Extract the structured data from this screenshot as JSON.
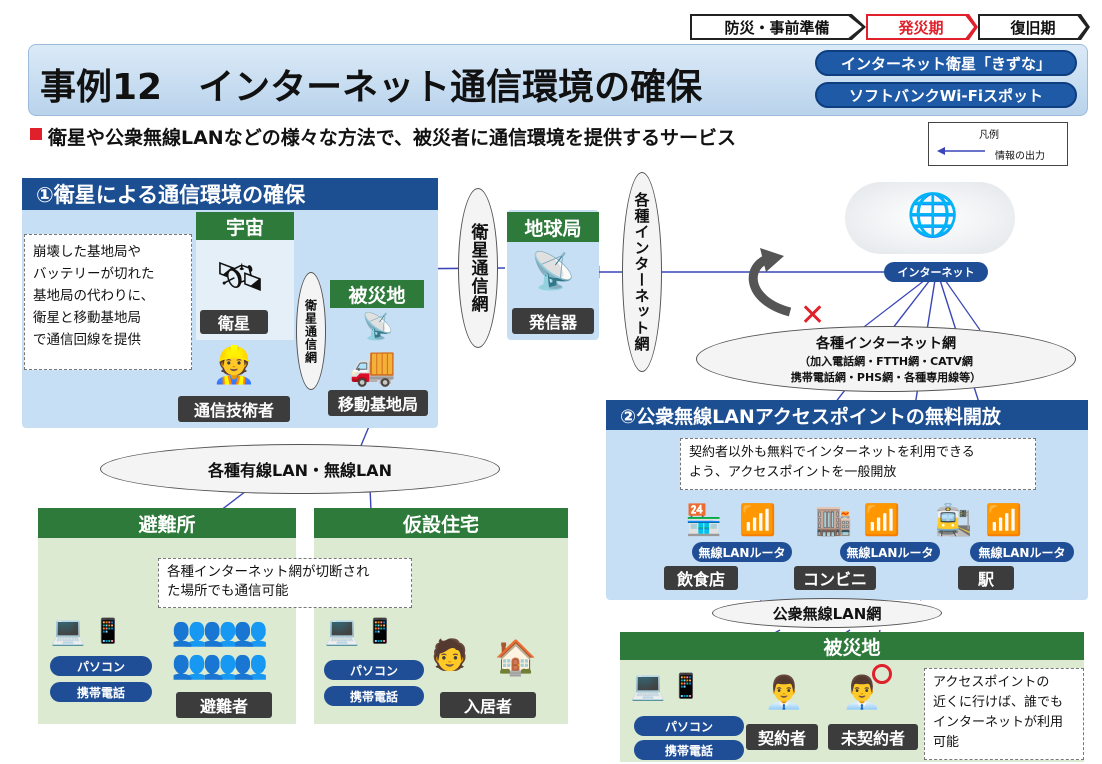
{
  "phases": [
    "防災・事前準備",
    "発災期",
    "復旧期"
  ],
  "title": "事例12　インターネット通信環境の確保",
  "title_tags": [
    "インターネット衛星「きずな」",
    "ソフトバンクWi-Fiスポット"
  ],
  "subtitle": "衛星や公衆無線LANなどの様々な方法で、被災者に通信環境を提供するサービス",
  "legend": {
    "title": "凡例",
    "item": "情報の出力"
  },
  "section1": {
    "heading": "①衛星による通信環境の確保",
    "space_label": "宇宙",
    "satellite_label": "衛星",
    "disaster_label": "被災地",
    "mobile_station_label": "移動基地局",
    "engineer_label": "通信技術者",
    "note": "崩壊した基地局や\nバッテリーが切れた\n基地局の代わりに、\n衛星と移動基地局\nで通信回線を提供",
    "sat_link_small": "衛星通信網",
    "sat_link_big": "衛星通信網",
    "ground_station_label": "地球局",
    "transmitter_label": "発信器",
    "internet_link_vertical": "各種インターネット網"
  },
  "internet": {
    "label": "インターネット",
    "networks_title": "各種インターネット網",
    "networks_line1": "（加入電話網・FTTH網・CATV網",
    "networks_line2": "携帯電話網・PHS網・各種専用線等）"
  },
  "lan_ellipse": "各種有線LAN・無線LAN",
  "shelter": {
    "heading": "避難所",
    "pc": "パソコン",
    "phone": "携帯電話",
    "people": "避難者"
  },
  "temp_housing": {
    "heading": "仮設住宅",
    "pc": "パソコン",
    "phone": "携帯電話",
    "people": "入居者"
  },
  "cut_note": "各種インターネット網が切断され\nた場所でも通信可能",
  "section2": {
    "heading": "②公衆無線LANアクセスポイントの無料開放",
    "note": "契約者以外も無料でインターネットを利用できる\nよう、アクセスポイントを一般開放",
    "routers": [
      "無線LANルータ",
      "無線LANルータ",
      "無線LANルータ"
    ],
    "places": [
      "飲食店",
      "コンビニ",
      "駅"
    ],
    "public_lan": "公衆無線LAN網"
  },
  "disaster_area2": {
    "heading": "被災地",
    "pc": "パソコン",
    "phone": "携帯電話",
    "subscriber": "契約者",
    "non_subscriber": "未契約者",
    "note": "アクセスポイントの\n近くに行けば、誰でも\nインターネットが利用\n可能"
  },
  "colors": {
    "accent_blue": "#1c4e92",
    "accent_green": "#2d7a3a",
    "phase_active": "#e0202a",
    "arrow": "#3a46b8"
  }
}
